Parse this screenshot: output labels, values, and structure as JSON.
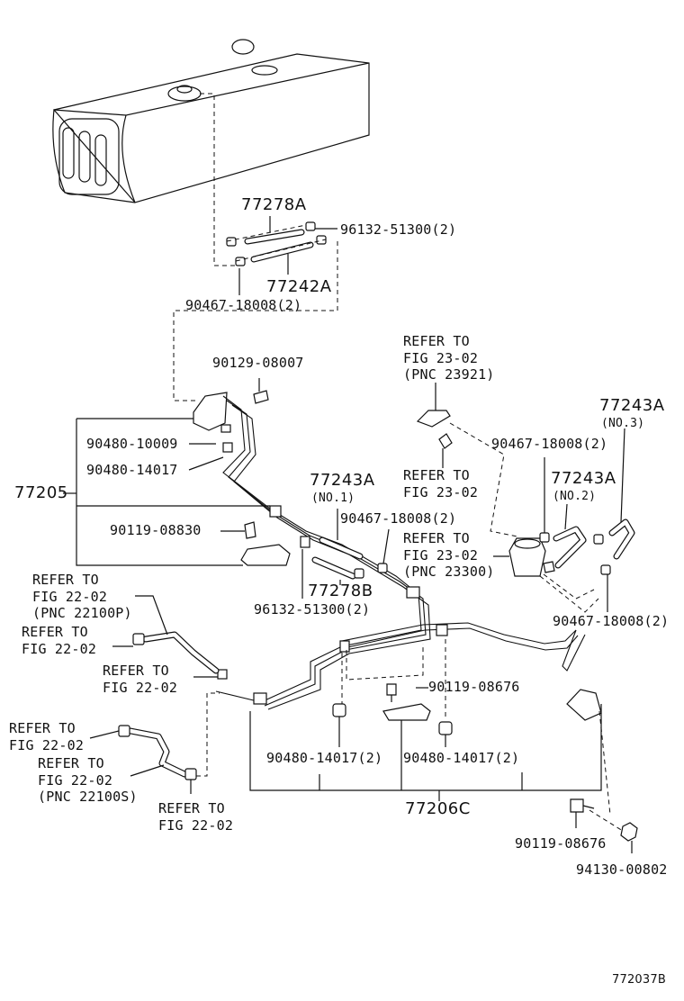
{
  "diagram": {
    "figure_code": "772037B",
    "labels": {
      "l_77278A": "77278A",
      "l_96132_top": "96132-51300(2)",
      "l_77242A": "77242A",
      "l_90467_top": "90467-18008(2)",
      "l_90129": "90129-08007",
      "l_refer_2302_a_1": "REFER TO",
      "l_refer_2302_a_2": "FIG 23-02",
      "l_refer_2302_a_3": "(PNC 23921)",
      "l_77243A_no3": "77243A",
      "l_no3": "(NO.3)",
      "l_90480_10009": "90480-10009",
      "l_90467_mid_right": "90467-18008(2)",
      "l_90480_14017": "90480-14017",
      "l_refer_2302_b_1": "REFER TO",
      "l_refer_2302_b_2": "FIG 23-02",
      "l_77205": "77205",
      "l_77243A_no1": "77243A",
      "l_no1": "(NO.1)",
      "l_77243A_no2": "77243A",
      "l_no2": "(NO.2)",
      "l_90467_mid": "90467-18008(2)",
      "l_90119_08830": "90119-08830",
      "l_refer_2302_c_1": "REFER TO",
      "l_refer_2302_c_2": "FIG 23-02",
      "l_refer_2302_c_3": "(PNC 23300)",
      "l_77278B": "77278B",
      "l_96132_mid": "96132-51300(2)",
      "l_90467_right": "90467-18008(2)",
      "l_refer_2202_p_1": "REFER TO",
      "l_refer_2202_p_2": "FIG 22-02",
      "l_refer_2202_p_3": "(PNC 22100P)",
      "l_refer_2202_a_1": "REFER TO",
      "l_refer_2202_a_2": "FIG 22-02",
      "l_refer_2202_b_1": "REFER TO",
      "l_refer_2202_b_2": "FIG 22-02",
      "l_90119_08676_mid": "90119-08676",
      "l_refer_2202_c_1": "REFER TO",
      "l_refer_2202_c_2": "FIG 22-02",
      "l_refer_2202_s_1": "REFER TO",
      "l_refer_2202_s_2": "FIG 22-02",
      "l_refer_2202_s_3": "(PNC 22100S)",
      "l_90480_14017_a": "90480-14017(2)",
      "l_90480_14017_b": "90480-14017(2)",
      "l_refer_2202_d_1": "REFER TO",
      "l_refer_2202_d_2": "FIG 22-02",
      "l_77206C": "77206C",
      "l_90119_08676_bot": "90119-08676",
      "l_94130": "94130-00802"
    }
  }
}
